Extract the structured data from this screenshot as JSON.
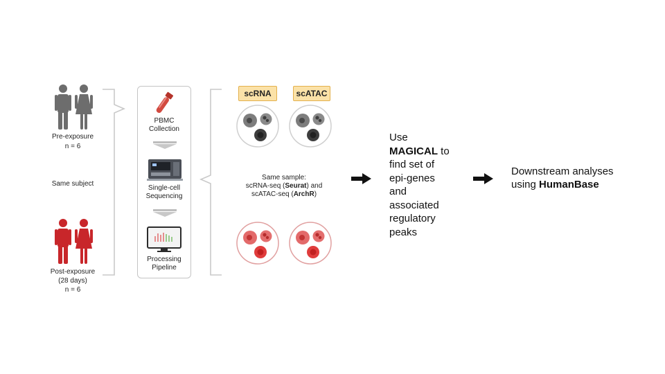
{
  "groups": {
    "pre": {
      "label": "Pre-exposure",
      "n": "n = 6",
      "color": "#6d6d6d"
    },
    "same": "Same subject",
    "post": {
      "label_line1": "Post-exposure",
      "label_line2": "(28 days)",
      "n": "n = 6",
      "color": "#c8262a"
    }
  },
  "pipeline": {
    "step1": {
      "line1": "PBMC",
      "line2": "Collection",
      "icon": "blood-tube-icon"
    },
    "step2": {
      "line1": "Single-cell",
      "line2": "Sequencing",
      "icon": "sequencer-icon"
    },
    "step3": {
      "line1": "Processing",
      "line2": "Pipeline",
      "icon": "monitor-icon"
    }
  },
  "assays": {
    "scrna": "scRNA",
    "scatac": "scATAC",
    "desc_line1": "Same sample:",
    "desc_line2_pre": "scRNA-seq (",
    "desc_line2_bold": "Seurat",
    "desc_line2_post": ") and",
    "desc_line3_pre": "scATAC-seq (",
    "desc_line3_bold": "ArchR",
    "desc_line3_post": ")"
  },
  "magical": {
    "line1": "Use",
    "bold": "MAGICAL",
    "to": " to",
    "line3": "find set of",
    "line4": "epi-genes",
    "line5": "and",
    "line6": "associated",
    "line7": "regulatory",
    "line8": "peaks"
  },
  "downstream": {
    "line1": "Downstream analyses",
    "line2_pre": "using ",
    "line2_bold": "HumanBase"
  },
  "colors": {
    "tag_fill": "#fbe2a8",
    "tag_border": "#e3b04c",
    "cell_red": "#e03c3c",
    "cell_gray": "#5a5a5a"
  }
}
